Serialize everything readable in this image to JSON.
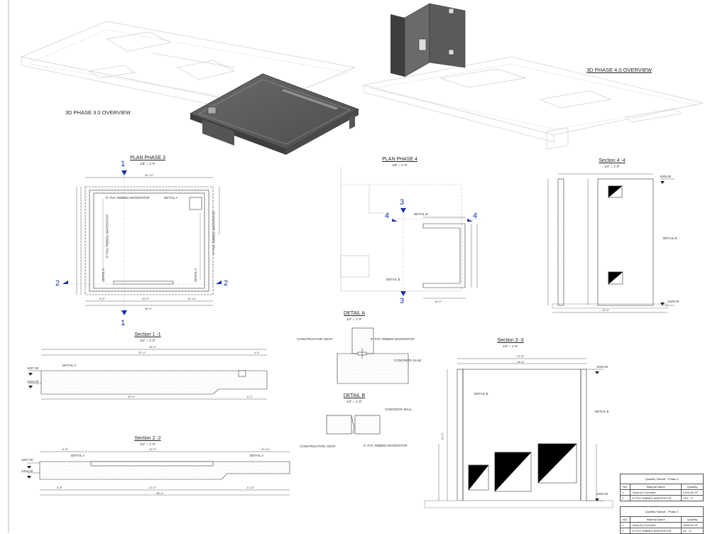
{
  "overviews": {
    "phase3": "3D PHASE 3.0 OVERVIEW",
    "phase4": "3D PHASE 4.0 OVERVIEW"
  },
  "views": {
    "plan3": {
      "title": "PLAN PHASE 3",
      "scale": "1/8\" = 1'-0\""
    },
    "plan4": {
      "title": "PLAN PHASE 4",
      "scale": "1/8\" = 1'-0\""
    },
    "section44": {
      "title": "Section 4 -4",
      "scale": "1/4\" = 1'-0\""
    },
    "section11": {
      "title": "Section 1 -1",
      "scale": "1/4\" = 1'-0\""
    },
    "section22": {
      "title": "Section 2 -2",
      "scale": "1/4\" = 1'-0\""
    },
    "section33": {
      "title": "Section 3 -3",
      "scale": "1/4\" = 1'-0\""
    },
    "detailA": {
      "title": "DETAIL A",
      "scale": "1/2\" = 1'-0\""
    },
    "detailB": {
      "title": "DETAIL B",
      "scale": "1/2\" = 1'-0\""
    }
  },
  "plan3_labels": {
    "waterstop_top": "6\" PVC RIBBED WATERSTOP",
    "detail_a_top": "DETAIL A",
    "waterstop_left": "6\" PVC RIBBED WATERSTOP",
    "waterstop_right": "6\" PVC RIBBED WATERSTOP",
    "detail_a_left": "DETAIL A",
    "detail_a_right": "DETAIL A",
    "dim_top": "35'-10\"",
    "dim_bottom_left": "6'-8\"",
    "dim_bottom_mid": "20'-0\"",
    "dim_bottom_right": "10'-10\"",
    "dim_bottom_total": "38'-4\""
  },
  "section_markers": {
    "p3_top": "1",
    "p3_bottom": "1",
    "p3_left": "2",
    "p3_right": "2",
    "p4_3_top": "3",
    "p4_3_bottom": "3",
    "p4_4_left": "4",
    "p4_4_right": "4"
  },
  "plan4_labels": {
    "detail_b_top": "DETAIL B",
    "detail_b_bottom": "DETAIL B",
    "dim_bottom": "14'-0\""
  },
  "section44_labels": {
    "detail_b": "DETAIL B",
    "elev_top": "1045.50",
    "elev_bottom": "1025.00",
    "dim_bottom": "12'-6\""
  },
  "detailA_labels": {
    "construction_joint": "CONSTRUCTION JOINT",
    "waterstop": "6\" PVC RIBBED WATERSTOP",
    "concrete_slab": "CONCRETE SLAB"
  },
  "detailB_labels": {
    "concrete_wall": "CONCRETE WALL",
    "construction_joint": "CONSTRUCTION JOINT",
    "waterstop": "6\" PVC RIBBED WATERSTOP"
  },
  "section11_labels": {
    "detail_a": "DETAIL A",
    "elev_top": "1027.00",
    "elev_bottom": "1025.00",
    "dim_top": "38'-4\"",
    "dim_top_mid": "32'-0\"",
    "dim_top_right": "4'-0\"",
    "dim_bottom": "30'-4\"",
    "dim_bottom_right": "8'-0\""
  },
  "section22_labels": {
    "detail_a_left": "DETAIL A",
    "detail_a_right": "DETAIL A",
    "elev_top": "1027.00",
    "elev_bottom": "1025.00",
    "dim_top_left": "6'-8\"",
    "dim_top_mid": "22'-0\"",
    "dim_top_right": "10'-10\"",
    "dim_bottom_left": "6'-8\"",
    "dim_bottom_mid": "22'-0\"",
    "dim_bottom_right": "8'-10\"",
    "dim_bottom_total": "38'-4\""
  },
  "section33_labels": {
    "detail_b_left": "DETAIL B",
    "detail_b_right": "DETAIL B",
    "elev_top": "1045.50",
    "elev_bottom": "1025.00",
    "dim_top": "21'-8\"",
    "dim_top2": "18'-8\"",
    "dim_left": "20'-6\""
  },
  "takeoff_phase3": {
    "caption": "Quantity Takeoff - Phase 3",
    "headers": [
      "NO.",
      "Material Name",
      "Quantity"
    ],
    "rows": [
      [
        "1",
        "Class A1 Concrete",
        "2100.46 CF"
      ],
      [
        "2",
        "6\" PVC RIBBED WATERSTOP",
        "120' - 4\""
      ]
    ]
  },
  "takeoff_phase4": {
    "caption": "Quantity Takeoff - Phase 4",
    "headers": [
      "NO.",
      "Material Name",
      "Quantity"
    ],
    "rows": [
      [
        "1",
        "Class A1 Concrete",
        "1065.28 CF"
      ],
      [
        "2",
        "6\" PVC RIBBED WATERSTOP",
        "41' - 0\""
      ]
    ]
  },
  "colors": {
    "marker": "#1530a8",
    "concrete": "#5f5f5f",
    "line": "#444444"
  }
}
